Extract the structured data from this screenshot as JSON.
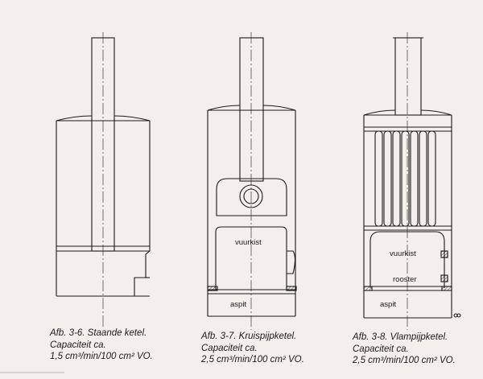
{
  "figures": [
    {
      "id": "3-6",
      "caption": {
        "title": "Afb. 3-6.  Staande ketel.",
        "line2": "Capaciteit ca.",
        "line3": "1,5 cm³/min/100 cm² VO."
      }
    },
    {
      "id": "3-7",
      "caption": {
        "title": "Afb. 3-7.  Kruispijpketel.",
        "line2": "Capaciteit ca.",
        "line3": "2,5 cm³/min/100 cm² VO."
      },
      "labels": {
        "firebox": "vuurkist",
        "ashpit": "aspit"
      }
    },
    {
      "id": "3-8",
      "caption": {
        "title": "Afb. 3-8.  Vlampijpketel.",
        "line2": "Capaciteit ca.",
        "line3": "2,5 cm³/min/100 cm² VO."
      },
      "labels": {
        "firebox": "vuurkist",
        "grate": "rooster",
        "ashpit": "aspit"
      }
    }
  ]
}
